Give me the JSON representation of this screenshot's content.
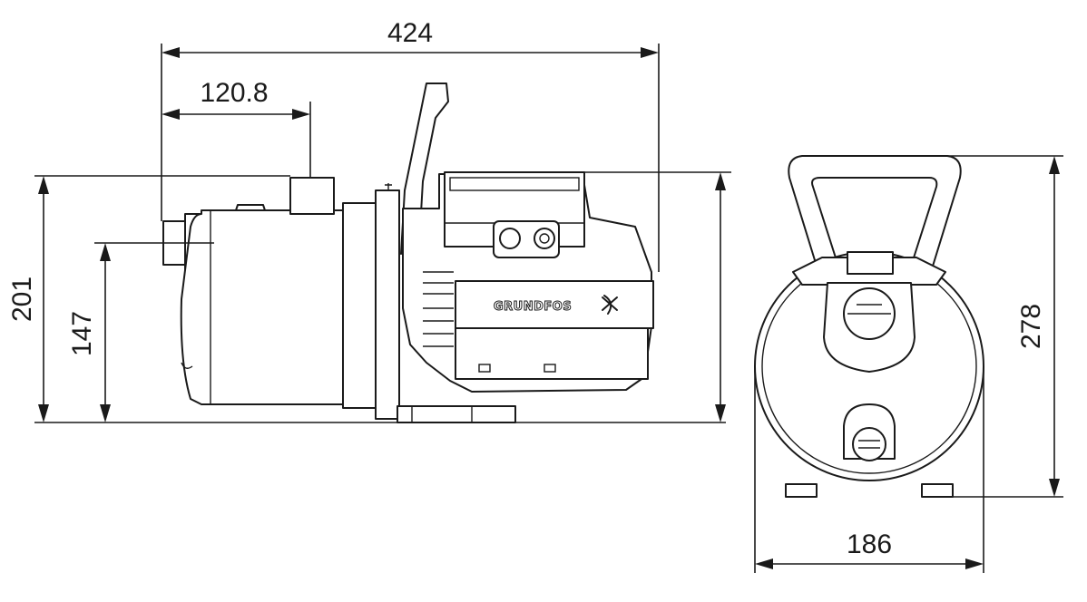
{
  "dimensions": {
    "overall_length": "424",
    "inlet_offset": "120.8",
    "height_top_of_outlet": "201",
    "inlet_centre_height": "147",
    "overall_height": "278",
    "overall_width": "186"
  },
  "brand_label": "GRUNDFOS",
  "colors": {
    "line": "#1a1a1a",
    "background": "#ffffff"
  }
}
